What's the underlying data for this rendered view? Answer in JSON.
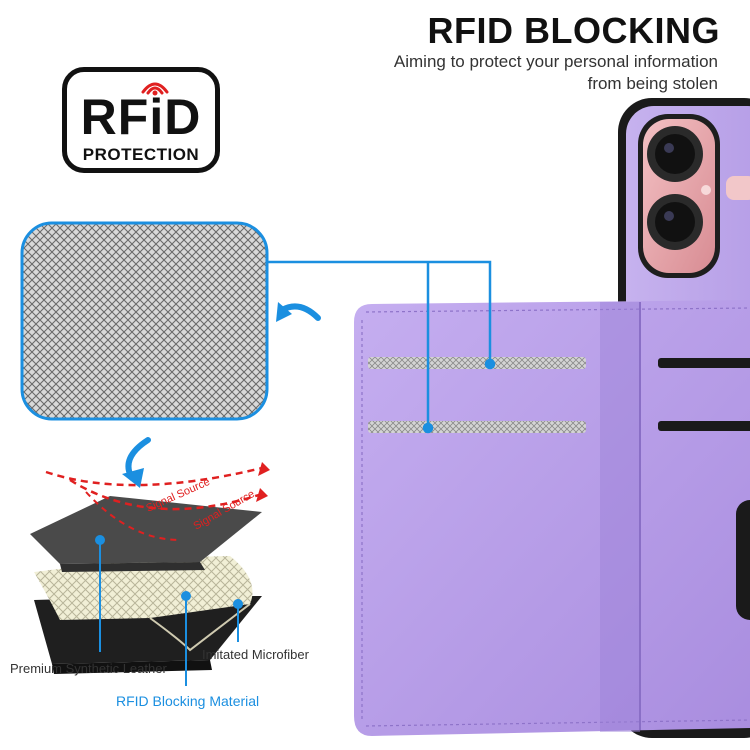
{
  "header": {
    "title": "RFID BLOCKING",
    "subtitle_line1": "Aiming to protect your personal information",
    "subtitle_line2": "from being stolen"
  },
  "badge": {
    "main": "RFiD",
    "sub": "PROTECTION"
  },
  "diagram": {
    "signal_label_1": "Signal Source",
    "signal_label_2": "Signal Source",
    "layer_labels": {
      "leather": "Premium Synthetic Leather",
      "microfiber": "Imitated Microfiber",
      "blocking": "RFID Blocking Material"
    }
  },
  "colors": {
    "accent_blue": "#1b8fe0",
    "case_purple": "#b99ee8",
    "signal_red": "#e02020"
  },
  "icons": [
    "rfid-wave-icon",
    "curved-arrow-icon",
    "curved-arrow-down-icon"
  ]
}
